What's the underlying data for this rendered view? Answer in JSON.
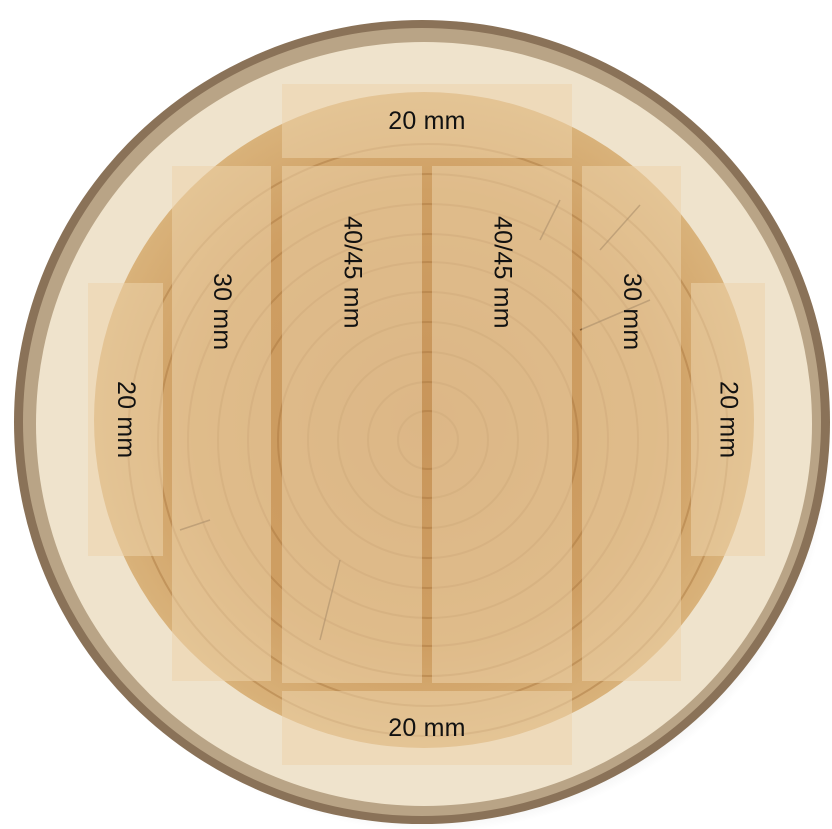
{
  "colors": {
    "bark": "#8a7258",
    "sapwood": "#efe3cc",
    "heartwood": "#c99a5f",
    "ring_line": "#a8763e",
    "board_overlay": "#ecd4ac"
  },
  "labels": {
    "top_board": "20 mm",
    "bottom_board": "20 mm",
    "left_outer_board": "20 mm",
    "left_board": "30 mm",
    "center_left_board": "40/45 mm",
    "center_right_board": "40/45 mm",
    "right_board": "30 mm",
    "right_outer_board": "20 mm"
  }
}
